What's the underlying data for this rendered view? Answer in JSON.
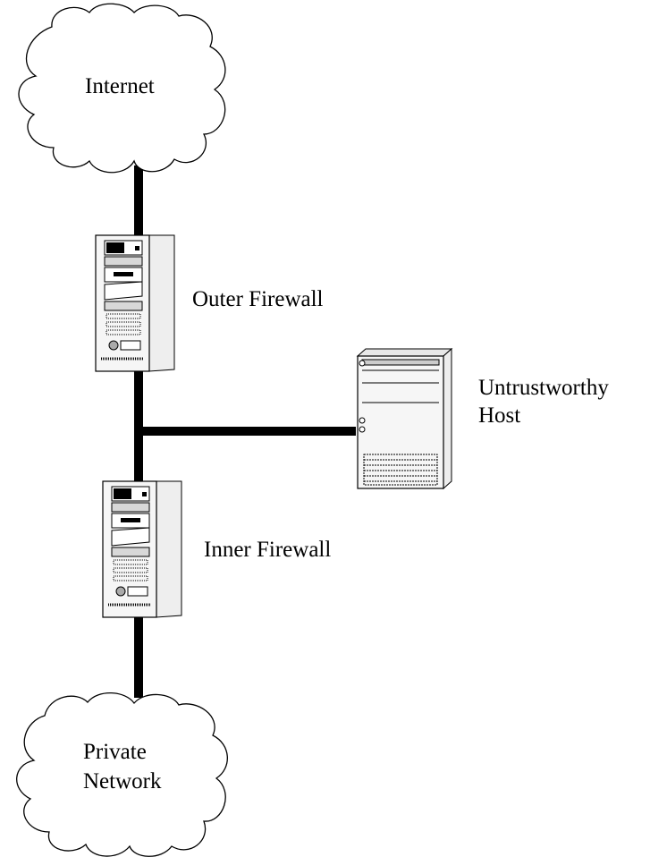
{
  "diagram": {
    "nodes": {
      "internet": {
        "label": "Internet"
      },
      "outer_firewall": {
        "label": "Outer Firewall"
      },
      "untrustworthy_host": {
        "label_line1": "Untrustworthy",
        "label_line2": "Host"
      },
      "inner_firewall": {
        "label": "Inner Firewall"
      },
      "private_network": {
        "label_line1": "Private",
        "label_line2": "Network"
      }
    },
    "edges": [
      {
        "from": "internet",
        "to": "outer_firewall"
      },
      {
        "from": "outer_firewall",
        "to": "inner_firewall"
      },
      {
        "from": "outer_firewall",
        "to": "untrustworthy_host"
      },
      {
        "from": "inner_firewall",
        "to": "private_network"
      }
    ],
    "colors": {
      "line": "#000000",
      "device": "#f4f4f4",
      "panel": "#d8d8d8",
      "background": "#ffffff"
    }
  }
}
